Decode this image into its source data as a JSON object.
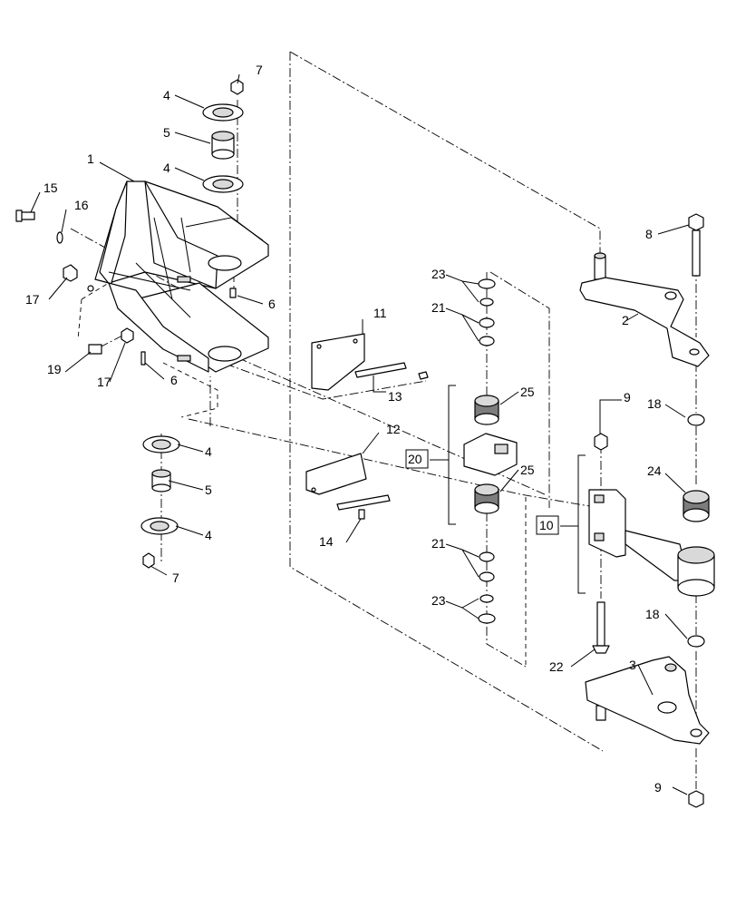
{
  "labels": {
    "l1": "1",
    "l2": "2",
    "l3": "3",
    "l4a": "4",
    "l4b": "4",
    "l4c": "4",
    "l4d": "4",
    "l5a": "5",
    "l5b": "5",
    "l6a": "6",
    "l6b": "6",
    "l7a": "7",
    "l7b": "7",
    "l8": "8",
    "l9a": "9",
    "l9b": "9",
    "l10": "10",
    "l11": "11",
    "l12": "12",
    "l13": "13",
    "l14": "14",
    "l15": "15",
    "l16": "16",
    "l17a": "17",
    "l17b": "17",
    "l18a": "18",
    "l18b": "18",
    "l19": "19",
    "l20": "20",
    "l21a": "21",
    "l21b": "21",
    "l22": "22",
    "l23a": "23",
    "l23b": "23",
    "l24": "24",
    "l25a": "25",
    "l25b": "25"
  }
}
